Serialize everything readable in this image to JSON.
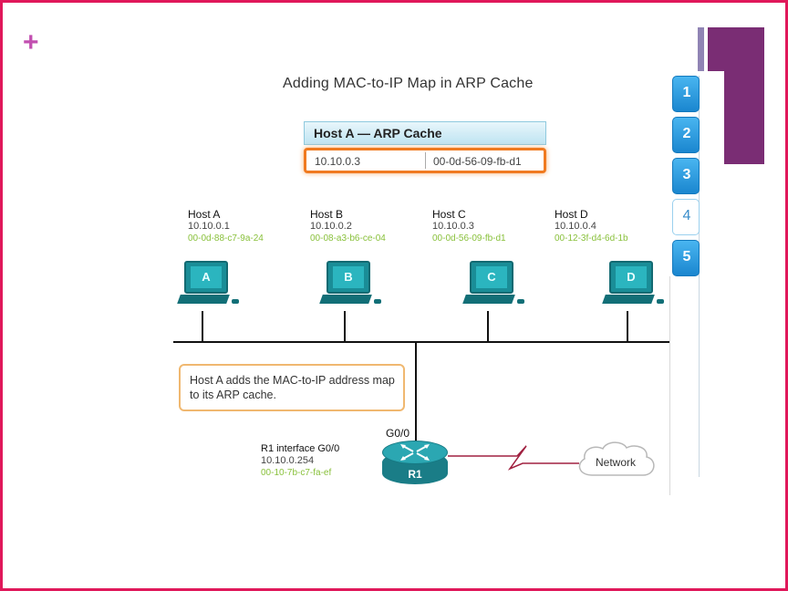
{
  "title": "Adding MAC-to-IP Map in ARP Cache",
  "arp_cache": {
    "header": "Host A — ARP Cache",
    "entry_ip": "10.10.0.3",
    "entry_mac": "00-0d-56-09-fb-d1"
  },
  "hosts": [
    {
      "name": "Host A",
      "ip": "10.10.0.1",
      "mac": "00-0d-88-c7-9a-24",
      "letter": "A"
    },
    {
      "name": "Host B",
      "ip": "10.10.0.2",
      "mac": "00-08-a3-b6-ce-04",
      "letter": "B"
    },
    {
      "name": "Host C",
      "ip": "10.10.0.3",
      "mac": "00-0d-56-09-fb-d1",
      "letter": "C"
    },
    {
      "name": "Host D",
      "ip": "10.10.0.4",
      "mac": "00-12-3f-d4-6d-1b",
      "letter": "D"
    }
  ],
  "note": "Host A adds the MAC-to-IP address map to its ARP cache.",
  "router": {
    "label": "R1",
    "port": "G0/0",
    "iface_title": "R1 interface G0/0",
    "ip": "10.10.0.254",
    "mac": "00-10-7b-c7-fa-ef"
  },
  "cloud_label": "Network",
  "steps": [
    "1",
    "2",
    "3",
    "4",
    "5"
  ],
  "active_step": "4",
  "colors": {
    "border": "#e0185a",
    "accent_purple": "#7a2d74",
    "host_teal": "#1a8d97",
    "highlight": "#f07a20",
    "mac_green": "#88c03a",
    "step_blue": "#1a86cf"
  }
}
